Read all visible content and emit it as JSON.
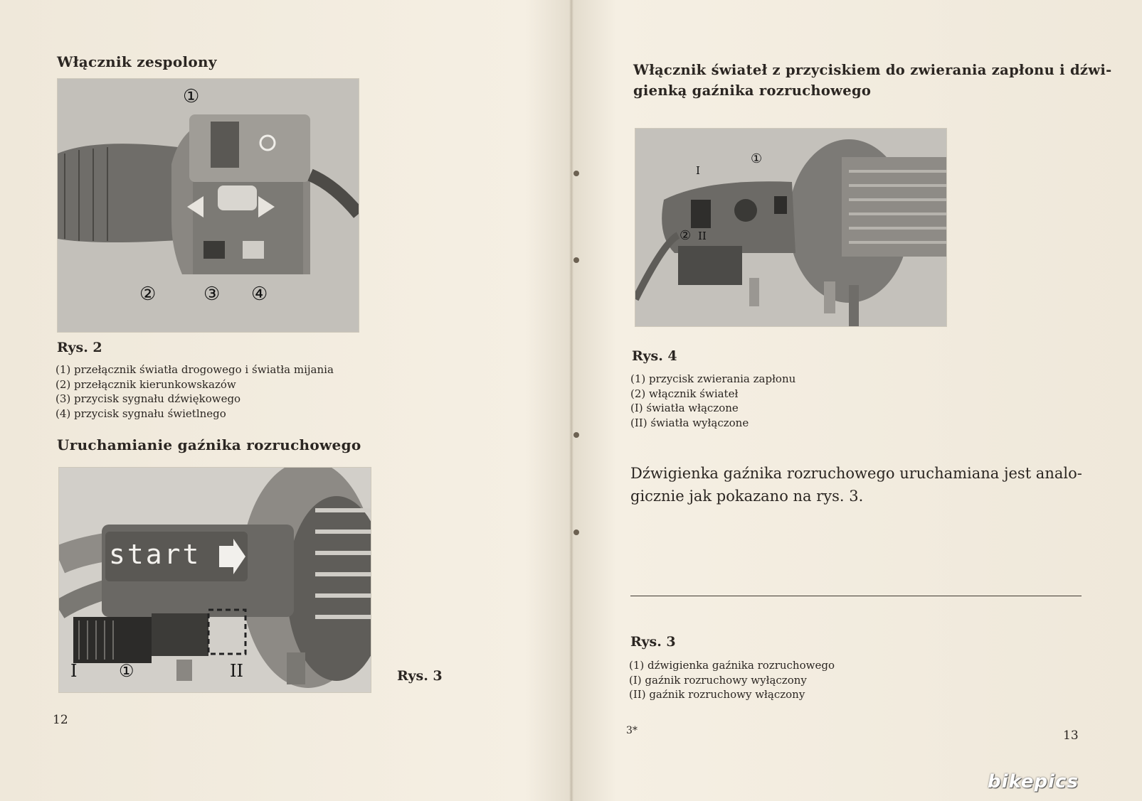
{
  "left_page": {
    "heading1": "Włącznik zespolony",
    "fig2": {
      "markers": [
        "①",
        "②",
        "③",
        "④"
      ],
      "caption": "Rys. 2",
      "legend": [
        "(1)  przełącznik światła drogowego i światła mijania",
        "(2)  przełącznik kierunkowskazów",
        "(3)  przycisk sygnału dźwiękowego",
        "(4)  przycisk sygnału świetlnego"
      ]
    },
    "heading2": "Uruchamianie gaźnika rozruchowego",
    "fig3": {
      "start_label": "start",
      "markers": [
        "I",
        "①",
        "II"
      ],
      "caption": "Rys. 3"
    },
    "page_number": "12"
  },
  "right_page": {
    "heading_line1": "Włącznik świateł z przyciskiem do zwierania zapłonu i dźwi-",
    "heading_line2": "gienką gaźnika rozruchowego",
    "fig4": {
      "markers": [
        "①",
        "I",
        "②",
        "II"
      ],
      "caption": "Rys. 4",
      "legend": [
        "(1)  przycisk zwierania zapłonu",
        "(2)  włącznik świateł",
        "(I)  światła włączone",
        "(II)  światła wyłączone"
      ]
    },
    "paragraph_line1": "Dźwigienka gaźnika rozruchowego uruchamiana jest analo-",
    "paragraph_line2": "gicznie jak pokazano na rys. 3.",
    "rys3_caption": "Rys. 3",
    "rys3_legend": [
      "(1)  dźwigienka gaźnika rozruchowego",
      "(I)  gaźnik rozruchowy wyłączony",
      "(II)  gaźnik rozruchowy włączony"
    ],
    "signature": "3*",
    "page_number": "13"
  },
  "watermark": "bikepics"
}
